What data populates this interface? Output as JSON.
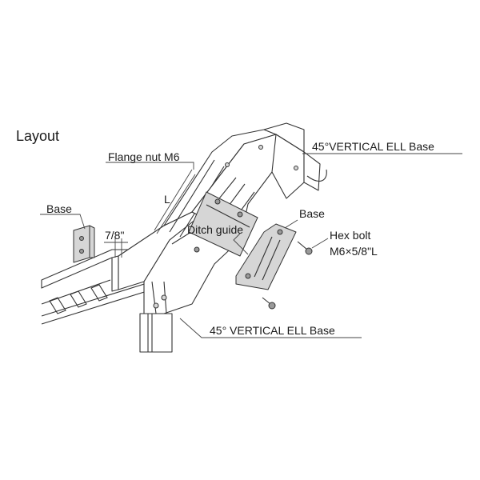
{
  "diagram": {
    "title": "Layout",
    "labels": {
      "flange_nut": "Flange nut M6",
      "ell_base_top": "45°VERTICAL ELL Base",
      "dimension_l": "L",
      "base_left": "Base",
      "dimension_78": "7/8\"",
      "ditch_guide": "Ditch guide",
      "base_right": "Base",
      "hex_bolt_line1": "Hex bolt",
      "hex_bolt_line2": "M6×5/8\"L",
      "ell_base_bottom": "45° VERTICAL ELL Base"
    }
  }
}
